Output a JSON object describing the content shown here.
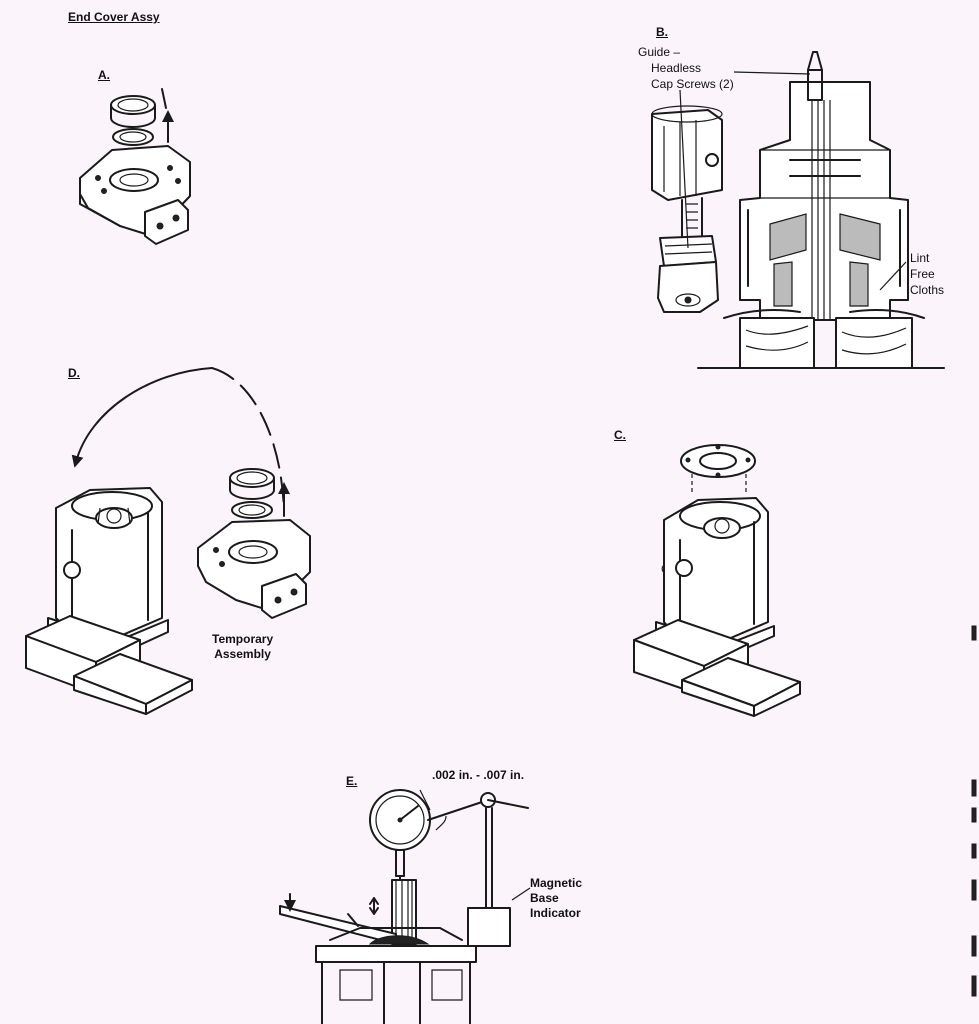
{
  "title": "End Cover Assy",
  "labels": {
    "a": "A.",
    "b": "B.",
    "c": "C.",
    "d": "D.",
    "e": "E."
  },
  "callouts": {
    "guide": [
      "Guide –",
      "Headless",
      "Cap Screws (2)"
    ],
    "lint": [
      "Lint",
      "Free",
      "Cloths"
    ],
    "temporary": [
      "Temporary",
      "Assembly"
    ],
    "tolerance": ".002 in. - .007 in.",
    "magnetic": [
      "Magnetic",
      "Base",
      "Indicator"
    ],
    "stray_c": "C."
  },
  "colors": {
    "background": "#fbf4fb",
    "ink": "#1a1a1a"
  },
  "icons": [
    "up-arrow-icon",
    "curved-arrow-icon",
    "double-arrow-icon",
    "down-arrow-icon"
  ]
}
